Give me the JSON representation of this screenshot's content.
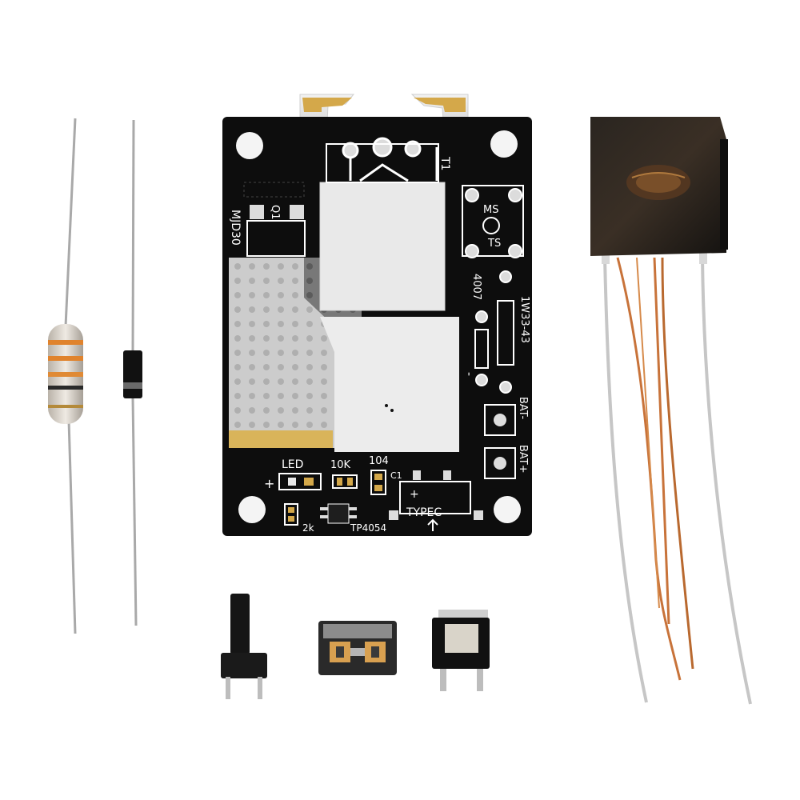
{
  "pcb": {
    "labels": {
      "q1": "Q1",
      "mjd30": "MJD30",
      "t1": "T1",
      "ms": "MS",
      "ts": "TS",
      "diode": "4007",
      "resistor": "1W33-43",
      "bat_neg": "BAT-",
      "bat_pos": "BAT+",
      "led": "LED",
      "r10k": "10K",
      "c104": "104",
      "c1": "C1",
      "typec": "TYPEC",
      "r2k": "2k",
      "tp4054": "TP4054",
      "plus": "+",
      "minus": "-"
    },
    "colors": {
      "board": "#0d0d0d",
      "silkscreen": "#ffffff",
      "copper": "#d4a84a",
      "pad": "#dcdcdc"
    }
  },
  "components": [
    "resistor",
    "diode",
    "transformer",
    "tactile-switch",
    "usb-typec-connector",
    "mjd30-transistor"
  ]
}
